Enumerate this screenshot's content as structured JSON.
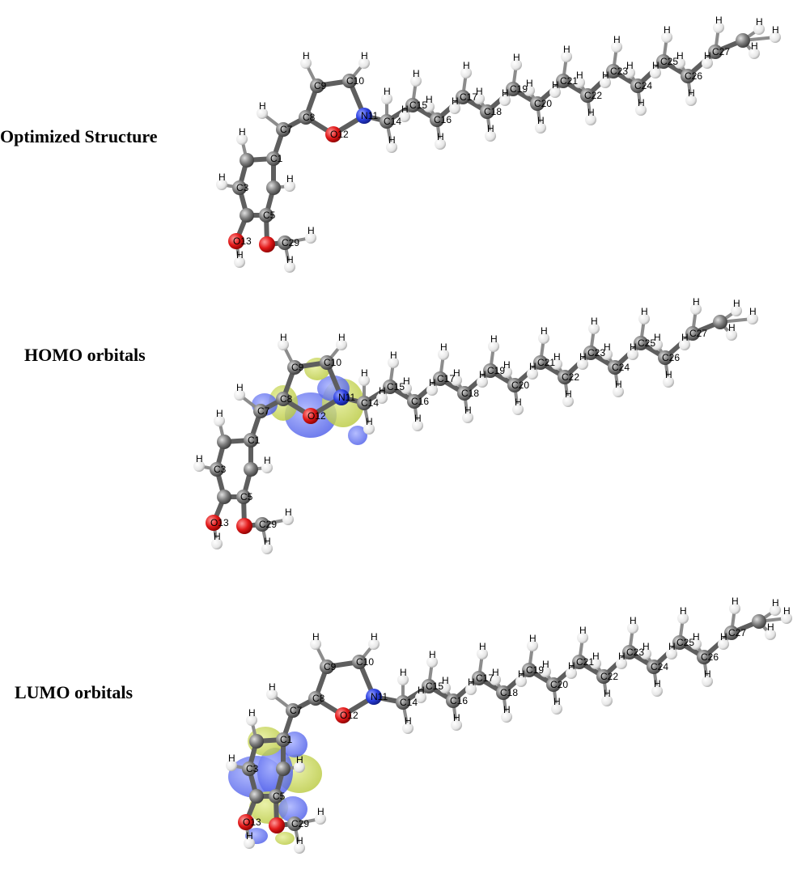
{
  "panels": [
    {
      "label": "Optimized Structure",
      "orbital": "none"
    },
    {
      "label": "HOMO orbitals",
      "orbital": "homo"
    },
    {
      "label": "LUMO orbitals",
      "orbital": "lumo"
    }
  ],
  "atom_labels": {
    "ring_carbons": [
      "C1",
      "C3",
      "C5"
    ],
    "isoxazole": [
      "C7",
      "C8",
      "C9",
      "C10",
      "N11",
      "O12"
    ],
    "oxygens": [
      "O13"
    ],
    "methoxy": [
      "C29"
    ],
    "chain": [
      "C14",
      "C15",
      "C16",
      "C17",
      "C18",
      "C19",
      "C20",
      "C21",
      "C22",
      "C23",
      "C24",
      "C25",
      "C26",
      "C27"
    ],
    "hydrogen": "H"
  },
  "colors": {
    "carbon": "#7a7a7a",
    "hydrogen": "#f2f2f2",
    "oxygen": "#e21a1a",
    "nitrogen": "#2b3fe0",
    "lobe_positive": "#c8d84a",
    "lobe_negative": "#5a6cf0"
  }
}
